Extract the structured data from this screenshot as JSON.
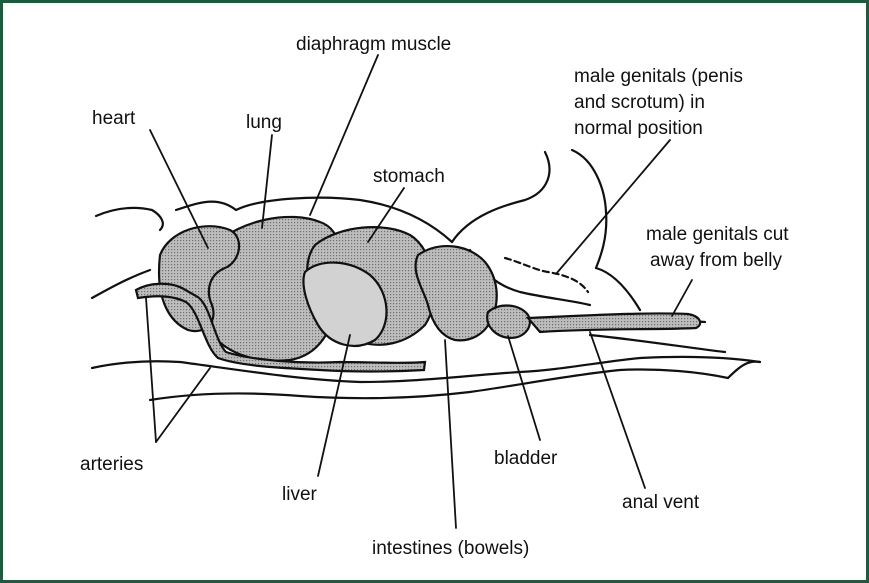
{
  "diagram": {
    "labels": {
      "diaphragm": "diaphragm muscle",
      "genitals_normal_1": "male genitals (penis",
      "genitals_normal_2": "and scrotum) in",
      "genitals_normal_3": "normal position",
      "heart": "heart",
      "lung": "lung",
      "stomach": "stomach",
      "genitals_cut_1": "male genitals cut",
      "genitals_cut_2": "away from belly",
      "arteries": "arteries",
      "liver": "liver",
      "bladder": "bladder",
      "anal_vent": "anal vent",
      "intestines": "intestines (bowels)"
    },
    "colors": {
      "border": "#1f5a40",
      "organ_fill": "#b3b3b3",
      "ink": "#111111"
    }
  }
}
